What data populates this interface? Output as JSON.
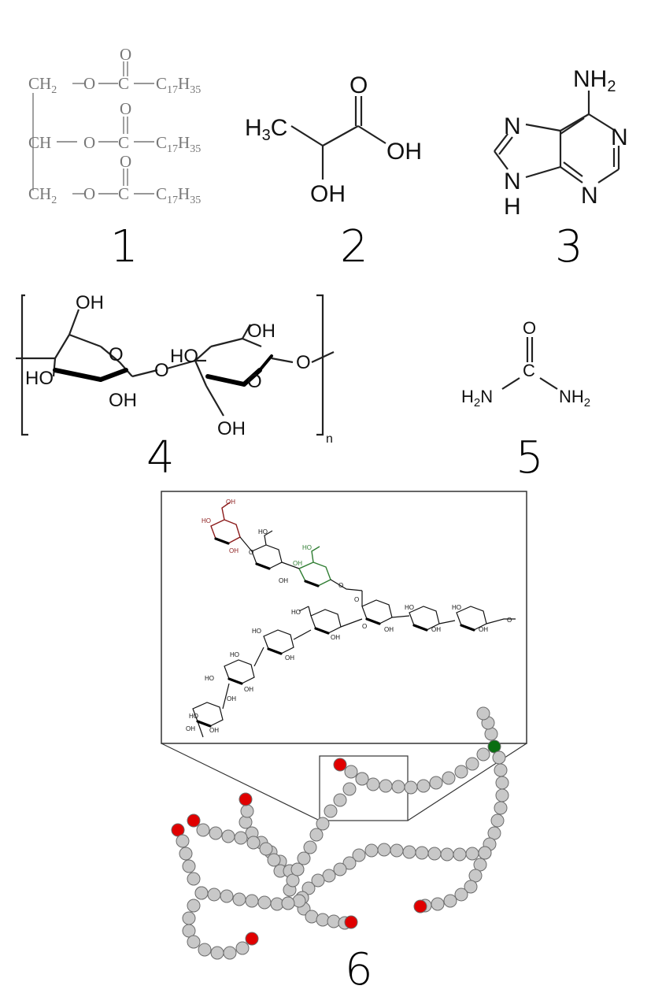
{
  "panels": [
    {
      "number": "1",
      "labels": {
        "ch2_top": "CH",
        "ch": "CH",
        "ch2_bot": "CH",
        "sub2": "2",
        "o": "O",
        "c": "C",
        "chain": "C",
        "sub17": "17",
        "h": "H",
        "sub35": "35"
      }
    },
    {
      "number": "2",
      "labels": {
        "h3c": "H",
        "sub3": "3",
        "c": "C",
        "o": "O",
        "oh": "OH",
        "oh2": "OH"
      }
    },
    {
      "number": "3",
      "labels": {
        "nh2": "NH",
        "sub2": "2",
        "n1": "N",
        "n2": "N",
        "n3": "N",
        "nh": "N",
        "h": "H"
      }
    },
    {
      "number": "4",
      "labels": {
        "oh_top_left": "OH",
        "o_ring1": "O",
        "ho_left": "HO",
        "oh_bottom1": "OH",
        "o_link": "O",
        "ho_mid": "HO",
        "oh_top_right": "OH",
        "o_ring2": "O",
        "o_right": "O",
        "oh_bottom2": "OH",
        "n": "n"
      }
    },
    {
      "number": "5",
      "labels": {
        "o": "O",
        "c": "C",
        "h2n": "H",
        "sub2a": "2",
        "n_left": "N",
        "nh2": "NH",
        "sub2b": "2"
      }
    },
    {
      "number": "6"
    }
  ],
  "inset_labels": {
    "ho": "HO",
    "oh": "OH",
    "o": "O"
  },
  "colors": {
    "bead_gray": "#c8c8c8",
    "bead_red": "#e00000",
    "bead_green": "#0a6e12",
    "inset_red": "#8b1a1a",
    "inset_green": "#2f7d32"
  }
}
